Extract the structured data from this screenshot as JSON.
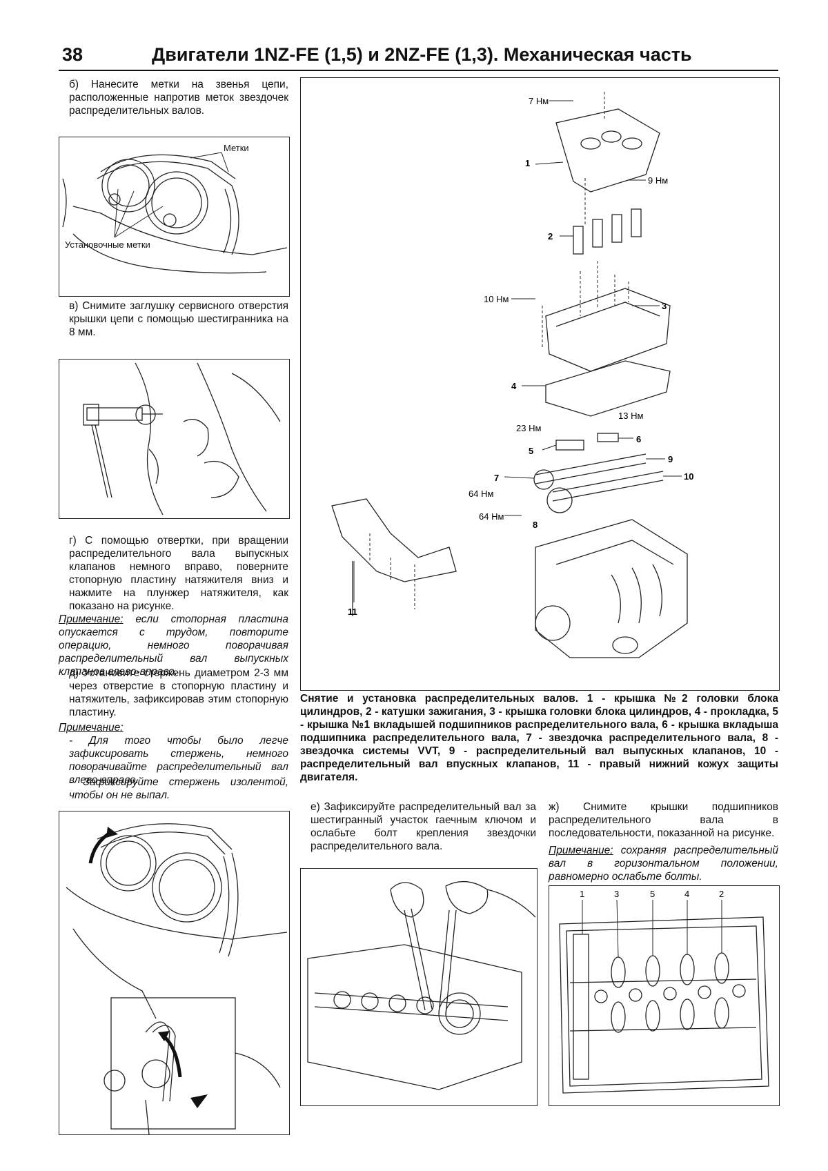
{
  "header": {
    "page_number": "38",
    "title": "Двигатели 1NZ-FE (1,5) и 2NZ-FE (1,3). Механическая часть"
  },
  "left": {
    "step_b": "б) Нанесите метки на звенья цепи, расположенные напротив меток звездочек распределительных валов.",
    "fig1_label_marks": "Метки",
    "fig1_label_setting": "Установочные метки",
    "step_v": "в) Снимите заглушку сервисного отверстия крышки цепи с помощью шестигранника на 8 мм.",
    "step_g": "г) С помощью отвертки, при вращении распределительного вала выпускных клапанов немного вправо, поверните стопорную пластину натяжителя вниз и нажмите на плунжер натяжителя, как показано на рисунке.",
    "note1_head": "Примечание:",
    "note1_body": "если стопорная пластина опускается с трудом, повторите операцию, немного поворачивая распределительный вал выпускных клапанов влево-вправо.",
    "step_d": "д) Установите стержень диаметром 2-3 мм через отверстие в стопорную пластину и натяжитель, зафиксировав этим стопорную пластину.",
    "note2_head": "Примечание:",
    "note2_item1": "- Для того чтобы было легче зафиксировать стержень, немного поворачивайте распределительный вал влево-вправо.",
    "note2_item2": "- Зафиксируйте стержень изолентой, чтобы он не выпал."
  },
  "diagram": {
    "torque_labels": [
      "7 Нм",
      "9 Нм",
      "10 Нм",
      "23 Нм",
      "13 Нм",
      "64 Нм",
      "64 Нм"
    ],
    "part_numbers": [
      "1",
      "2",
      "3",
      "4",
      "5",
      "6",
      "7",
      "8",
      "9",
      "10",
      "11"
    ],
    "caption": "Снятие и установка распределительных валов. 1 - крышка №2 головки блока цилиндров, 2 - катушки зажигания, 3 - крышка головки блока цилиндров, 4 - прокладка, 5 - крышка №1 вкладышей подшипников распределительного вала, 6 - крышка вкладыша подшипника распределительного вала, 7 - звездочка распределительного вала, 8 - звездочка системы VVT, 9 - распределительный вал выпускных клапанов, 10 - распределительный вал впускных клапанов, 11 - правый нижний кожух защиты двигателя."
  },
  "right": {
    "step_e": "е) Зафиксируйте распределительный вал за шестигранный участок гаечным ключом и ослабьте болт крепления звездочки распределительного вала.",
    "step_zh": "ж) Снимите крышки подшипников распределительного вала в последовательности, показанной на рисунке.",
    "note3_head": "Примечание:",
    "note3_body": "сохраняя распределительный вал в горизонтальном положении, равномерно ослабьте болты.",
    "bolt_order": [
      "1",
      "3",
      "5",
      "4",
      "2"
    ]
  }
}
